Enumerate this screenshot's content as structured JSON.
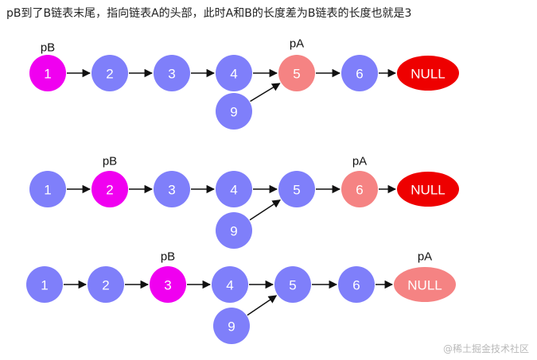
{
  "heading": "pB到了B链表末尾，指向链表A的头部，此时A和B的长度差为B链表的长度也就是3",
  "watermark": "@稀土掘金技术社区",
  "colors": {
    "node": "#7f7ffa",
    "pointer_pb": "#f000f0",
    "pointer_pa": "#f58383",
    "null_fill": "#ee0000",
    "arrow": "#111111"
  },
  "rows": [
    {
      "main_nodes": [
        "1",
        "2",
        "3",
        "4",
        "5",
        "6",
        "NULL"
      ],
      "branch_node": "9",
      "pb_label": "pB",
      "pa_label": "pA",
      "pb_index": 0,
      "pa_index": 4
    },
    {
      "main_nodes": [
        "1",
        "2",
        "3",
        "4",
        "5",
        "6",
        "NULL"
      ],
      "branch_node": "9",
      "pb_label": "pB",
      "pa_label": "pA",
      "pb_index": 1,
      "pa_index": 5
    },
    {
      "main_nodes": [
        "1",
        "2",
        "3",
        "4",
        "5",
        "6",
        "NULL"
      ],
      "branch_node": "9",
      "pb_label": "pB",
      "pa_label": "pA",
      "pb_index": 2,
      "pa_index": 6
    }
  ]
}
